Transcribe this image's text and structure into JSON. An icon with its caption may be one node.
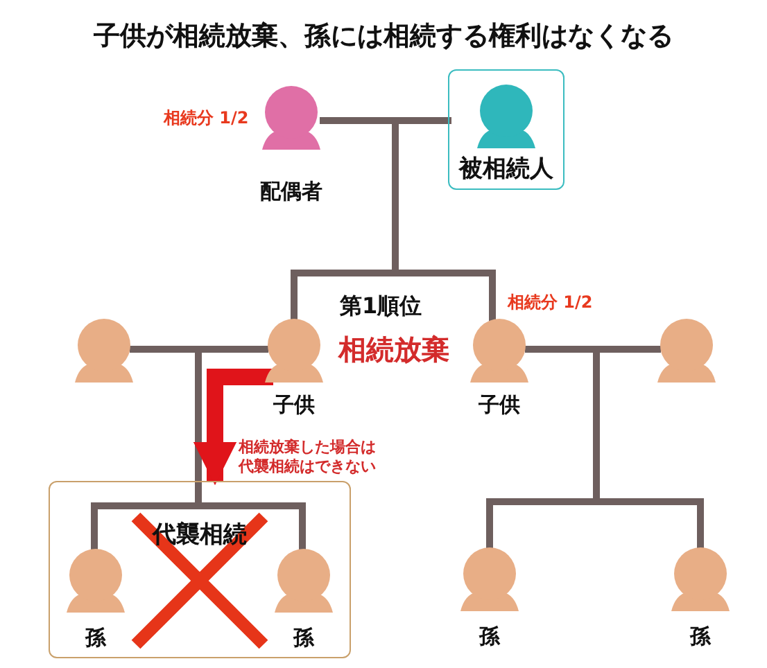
{
  "diagram": {
    "title": "子供が相続放棄、孫には相続する権利はなくなる",
    "nodes": [
      {
        "text": [
          "配偶者"
        ],
        "beside": [
          "相続分 1/2"
        ]
      },
      {
        "text": [
          "被相続人"
        ]
      },
      {
        "text": [],
        "shape": "person"
      },
      {
        "text": [
          "子供"
        ],
        "beside": [
          "相続放棄"
        ]
      },
      {
        "text": [
          "子供"
        ],
        "beside": [
          "相続分 1/2"
        ]
      },
      {
        "text": [],
        "shape": "person"
      },
      {
        "text": [
          "代襲相続"
        ]
      },
      {
        "text": [
          "孫"
        ],
        "in": 6
      },
      {
        "text": [
          "孫"
        ],
        "in": 6
      },
      {
        "text": [
          "孫"
        ]
      },
      {
        "text": [
          "孫"
        ]
      }
    ],
    "edges": [
      {
        "from": 0,
        "to": 1,
        "arrow": "none"
      },
      {
        "from": 0,
        "to": 3,
        "arrow": "none"
      },
      {
        "from": 1,
        "to": 3,
        "arrow": "none"
      },
      {
        "from": 0,
        "to": 4,
        "arrow": "none"
      },
      {
        "from": 1,
        "to": 4,
        "arrow": "none"
      },
      {
        "from": 2,
        "to": 3,
        "arrow": "none"
      },
      {
        "from": 2,
        "to": 7,
        "arrow": "none"
      },
      {
        "from": 3,
        "to": 7,
        "arrow": "none"
      },
      {
        "from": 2,
        "to": 8,
        "arrow": "none"
      },
      {
        "from": 3,
        "to": 8,
        "arrow": "none"
      },
      {
        "from": 4,
        "to": 5,
        "arrow": "none"
      },
      {
        "from": 4,
        "to": 9,
        "arrow": "none"
      },
      {
        "from": 5,
        "to": 9,
        "arrow": "none"
      },
      {
        "from": 4,
        "to": 10,
        "arrow": "none"
      },
      {
        "from": 5,
        "to": 10,
        "arrow": "none"
      },
      {
        "from": 3,
        "to": 6,
        "arrow": "to",
        "style": "thick",
        "color": "#e0141a"
      }
    ],
    "labels": [
      "第1順位",
      "相続放棄した場合は代襲相続はできない"
    ]
  }
}
